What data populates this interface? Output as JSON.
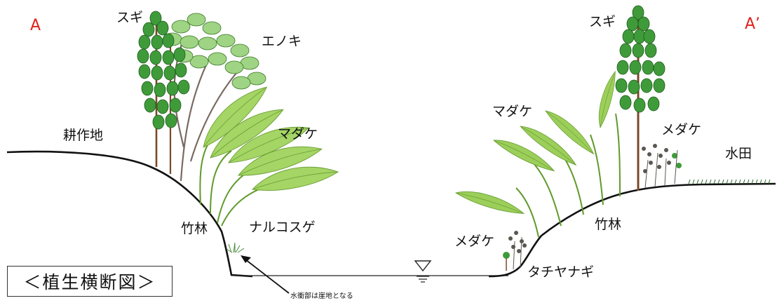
{
  "section_marks": {
    "left": "A",
    "right": "A’"
  },
  "title": "＜植生横断図＞",
  "labels": {
    "left": {
      "sugi": "スギ",
      "enoki": "エノキ",
      "farmland": "耕作地",
      "madake": "マダケ",
      "bamboo_forest": "竹林",
      "narukosuge": "ナルコスゲ"
    },
    "right": {
      "sugi": "スギ",
      "madake": "マダケ",
      "medake_upper": "メダケ",
      "paddy": "水田",
      "bamboo_forest": "竹林",
      "medake_lower": "メダケ",
      "tachiyanagi": "タチヤナギ"
    }
  },
  "annotation": "水衝部は崖地となる",
  "colors": {
    "mark": "#e0201c",
    "ground_line": "#111111",
    "bamboo_leaf": "#9ccf5a",
    "conifer": "#3f9b3a",
    "broadleaf": "#9ed483",
    "trunk": "#7a4a2a"
  }
}
